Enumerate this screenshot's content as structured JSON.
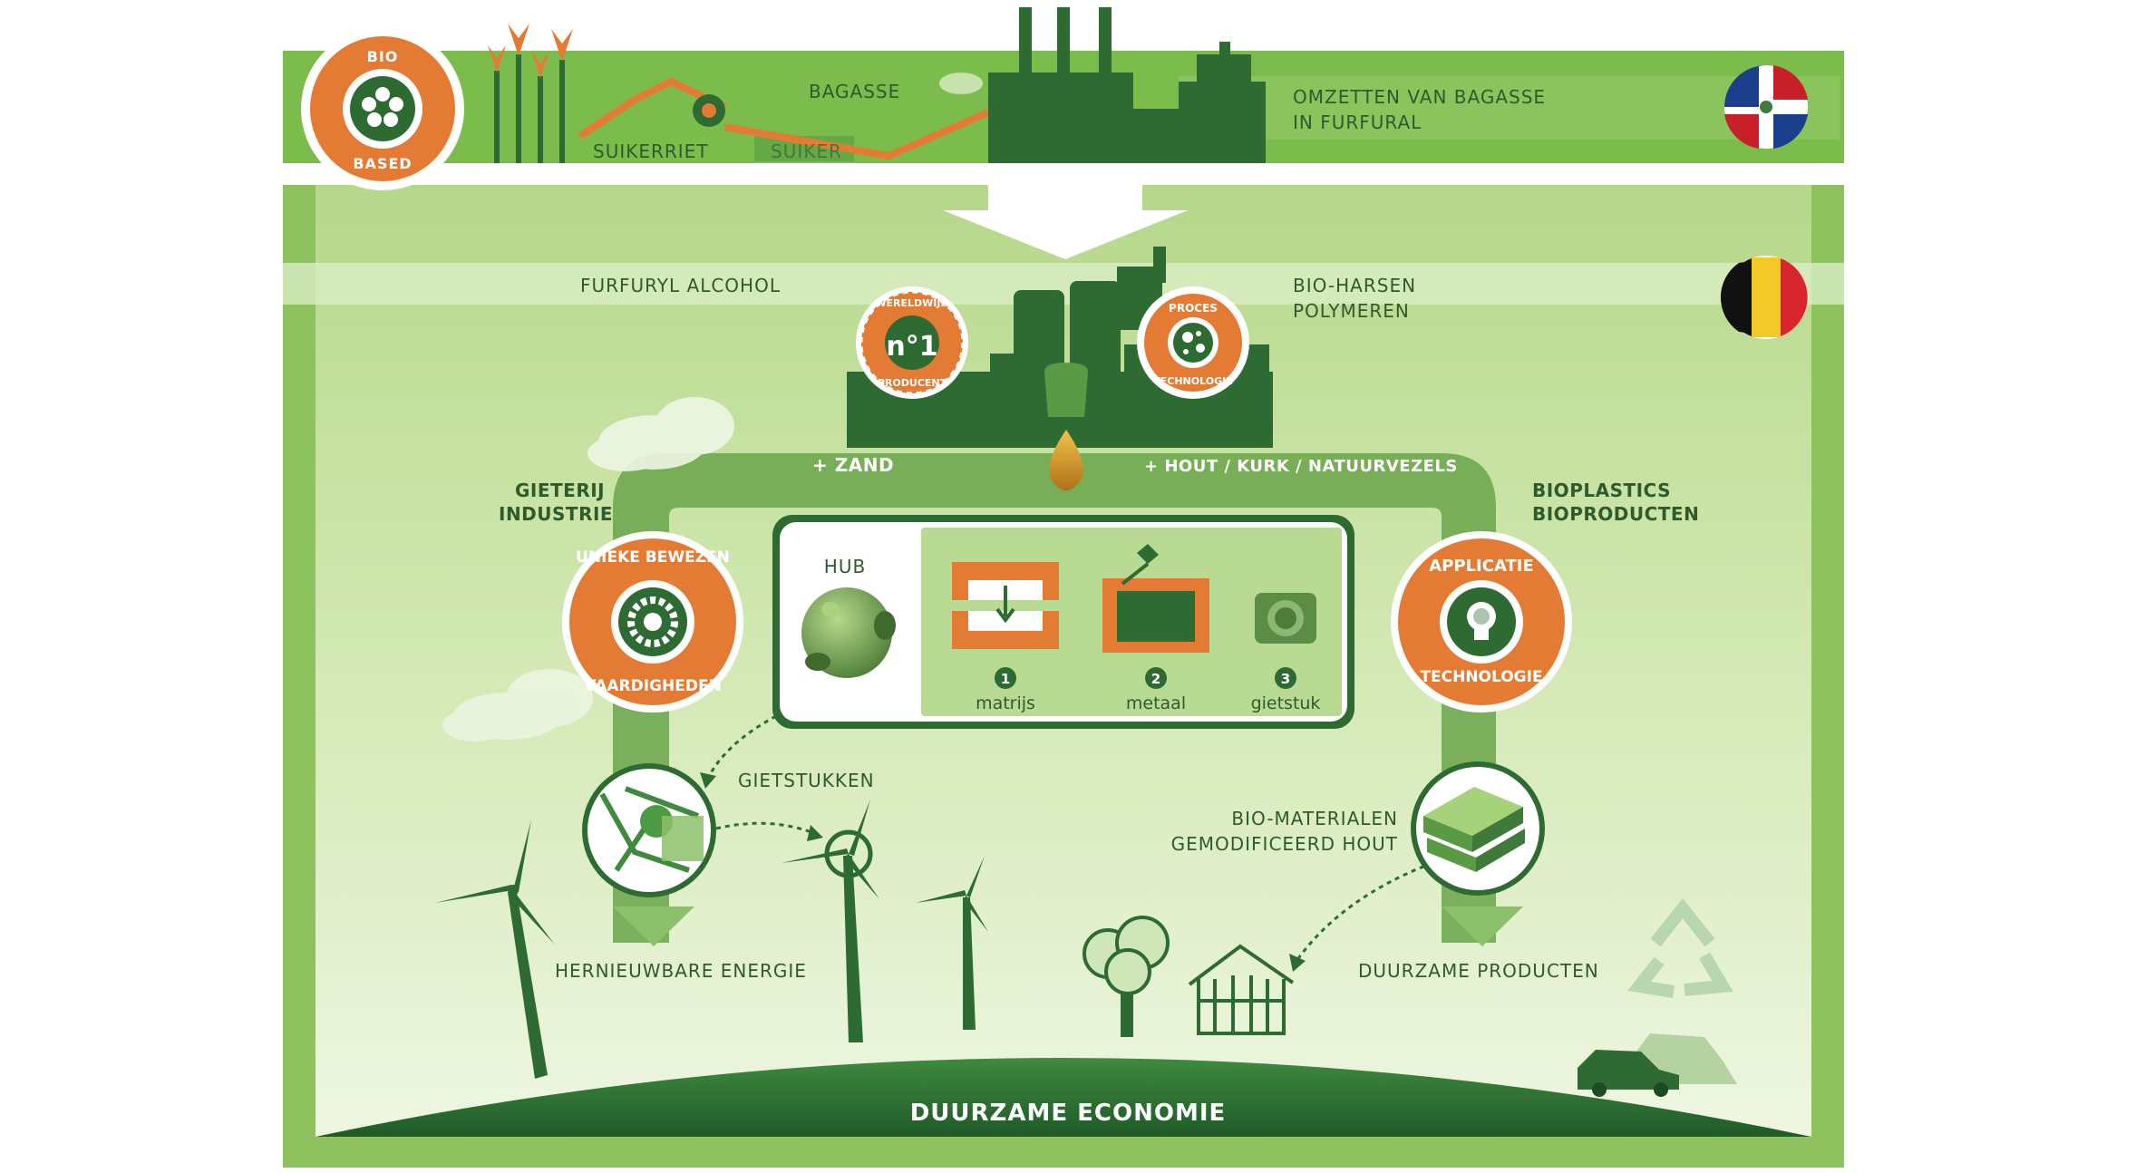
{
  "top_band": {
    "badge_top": "BIO",
    "badge_bottom": "BASED",
    "sugarcane_label": "SUIKERRIET",
    "sugar_label": "SUIKER",
    "bagasse_label": "BAGASSE",
    "conversion_line1": "OMZETTEN VAN BAGASSE",
    "conversion_line2": "IN FURFURAL",
    "flag_icon": "dominican-republic-flag-icon"
  },
  "middle_band": {
    "left_label": "FURFURYL ALCOHOL",
    "right_line1": "BIO-HARSEN",
    "right_line2": "POLYMEREN",
    "flag_icon": "belgium-flag-icon",
    "badge_producer_top": "WERELDWIJD",
    "badge_producer_center": "n°1",
    "badge_producer_bottom": "PRODUCENT",
    "badge_process_top": "PROCES",
    "badge_process_bottom": "TECHNOLOGIE"
  },
  "arch": {
    "left_add": "+ ZAND",
    "right_add": "+ HOUT / KURK / NATUURVEZELS",
    "left_sector_line1": "GIETERIJ",
    "left_sector_line2": "INDUSTRIE",
    "right_sector_line1": "BIOPLASTICS",
    "right_sector_line2": "BIOPRODUCTEN",
    "left_badge_top": "UNIEKE BEWEZEN",
    "left_badge_bottom": "VAARDIGHEDEN",
    "right_badge_top": "APPLICATIE",
    "right_badge_bottom": "TECHNOLOGIE"
  },
  "casting_box": {
    "hub_label": "HUB",
    "steps": [
      {
        "num": "1",
        "label": "matrijs"
      },
      {
        "num": "2",
        "label": "metaal"
      },
      {
        "num": "3",
        "label": "gietstuk"
      }
    ]
  },
  "bottom": {
    "castings_label": "GIETSTUKKEN",
    "renewable_label": "HERNIEUWBARE ENERGIE",
    "biomat_line1": "BIO-MATERIALEN",
    "biomat_line2": "GEMODIFICEERD HOUT",
    "sustainable_products": "DUURZAME PRODUCTEN",
    "economy": "DUURZAME ECONOMIE"
  },
  "colors": {
    "dark_green": "#2e6b33",
    "mid_green": "#7fbb4e",
    "light_green": "#c9e2a3",
    "orange": "#e37b35"
  }
}
